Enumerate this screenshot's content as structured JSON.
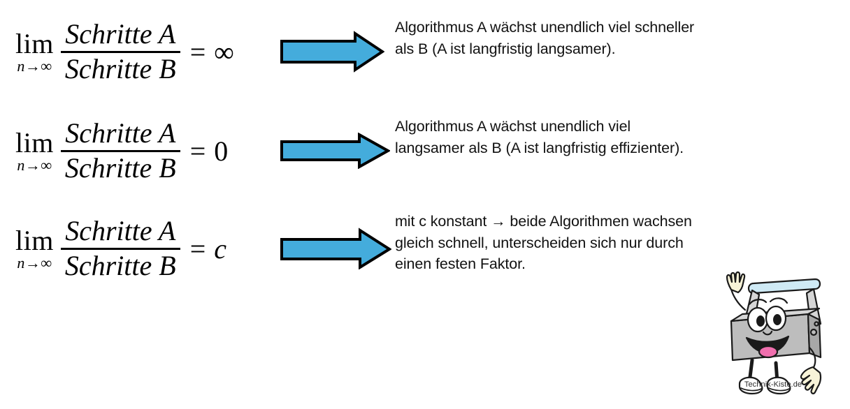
{
  "page": {
    "background": "#ffffff",
    "arrow_fill": "#44acdc",
    "arrow_stroke": "#000000",
    "text_color": "#111111"
  },
  "rows": [
    {
      "formula": {
        "lim_main": "lim",
        "lim_sub": "n→∞",
        "numerator": "Schritte A",
        "denominator": "Schritte B",
        "equals": "=",
        "result": "∞",
        "result_style": "upright"
      },
      "arrow": "right-block-arrow",
      "description_lines": [
        "Algorithmus A wächst unendlich viel schneller",
        "als B (A ist langfristig langsamer)."
      ]
    },
    {
      "formula": {
        "lim_main": "lim",
        "lim_sub": "n→∞",
        "numerator": "Schritte A",
        "denominator": "Schritte B",
        "equals": "=",
        "result": "0",
        "result_style": "upright"
      },
      "arrow": "right-block-arrow",
      "description_lines": [
        "Algorithmus A wächst unendlich viel",
        "langsamer als B (A ist langfristig effizienter)."
      ]
    },
    {
      "formula": {
        "lim_main": "lim",
        "lim_sub": "n→∞",
        "numerator": "Schritte A",
        "denominator": "Schritte B",
        "equals": "=",
        "result": "c",
        "result_style": "italic"
      },
      "arrow": "right-block-arrow",
      "description_lines": [
        "mit c konstant → beide Algorithmen wachsen",
        "gleich schnell, unterscheiden sich nur durch",
        "einen festen Faktor."
      ]
    }
  ],
  "mascot": {
    "name": "technik-kiste-toolbox-mascot",
    "caption": "Technik-Kiste.de",
    "colors": {
      "body": "#bdbdbd",
      "body_light": "#d6d6d6",
      "handle": "#cfeaf5",
      "skin": "#f7f3d8",
      "tongue": "#f06fae",
      "shoe": "#ffffff",
      "outline": "#1a1a1a"
    }
  }
}
